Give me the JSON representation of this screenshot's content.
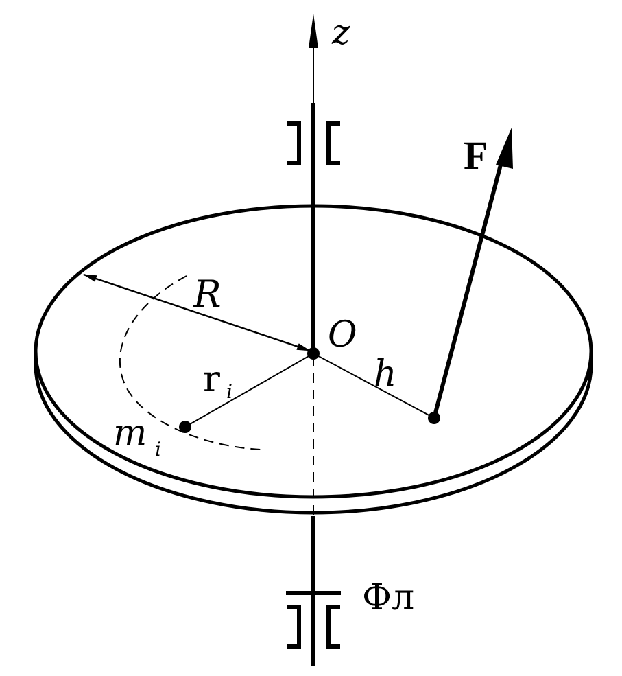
{
  "labels": {
    "axis": "z",
    "radius": "R",
    "center": "O",
    "point_radius": "r",
    "point_radius_sub": "i",
    "mass": "m",
    "mass_sub": "i",
    "arm": "h",
    "force": "F",
    "flywheel": "Фл"
  },
  "colors": {
    "ink": "#000000",
    "paper": "#ffffff"
  }
}
